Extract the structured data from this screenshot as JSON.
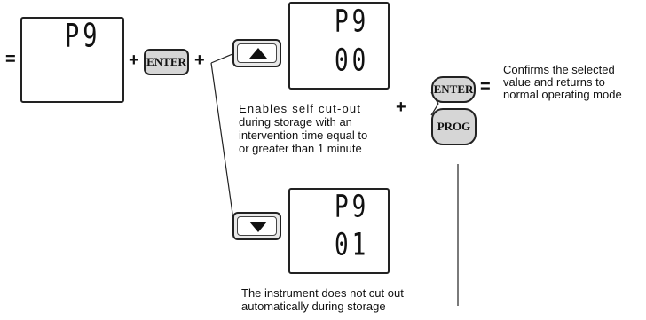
{
  "displays": {
    "main": {
      "line1": "P9",
      "line2": ""
    },
    "up_result": {
      "line1": "P9",
      "line2": "00"
    },
    "down_result": {
      "line1": "P9",
      "line2": "01"
    }
  },
  "keys": {
    "enter_main": "ENTER",
    "enter_confirm": "ENTER",
    "prog": "PROG"
  },
  "symbols": {
    "leading_equals": "=",
    "plus_after_display": "+",
    "plus_after_enter": "+",
    "plus_after_text": "+",
    "equals_after_enter": "="
  },
  "texts": {
    "up_description": [
      "Enables self cut-out",
      "during storage with an",
      "intervention time equal to",
      "or greater than 1 minute"
    ],
    "down_description": [
      "The instrument does not cut out",
      "automatically during storage"
    ],
    "confirm_description": [
      "Confirms the selected",
      "value and returns to",
      "normal operating mode"
    ]
  },
  "icons": {
    "up_arrow": "up-triangle-icon",
    "down_arrow": "down-triangle-icon"
  }
}
